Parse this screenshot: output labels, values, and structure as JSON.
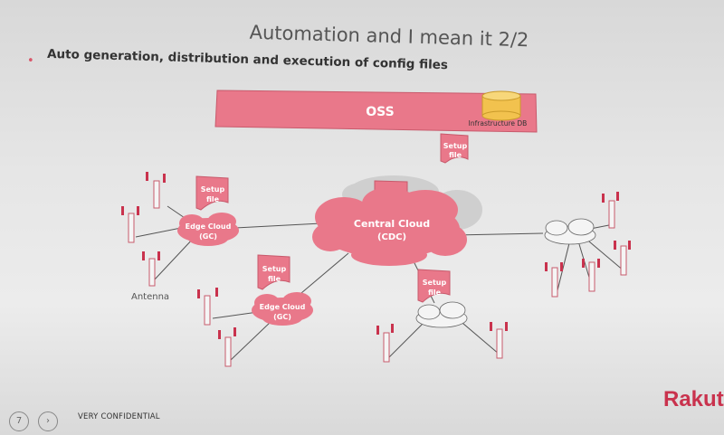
{
  "slide": {
    "title": "Automation and I mean it 2/2",
    "subtitle": "Auto generation, distribution and execution of config files",
    "accent_color": "#e9788a",
    "brand_color": "#c9324d"
  },
  "diagram": {
    "oss_label": "OSS",
    "infra_db_label": "Infrastructure DB",
    "central_cloud_line1": "Central Cloud",
    "central_cloud_line2": "(CDC)",
    "edge_cloud_line1": "Edge Cloud",
    "edge_cloud_line2": "(GC)",
    "setup_line1": "Setup",
    "setup_line2": "file",
    "antenna_label": "Antenna"
  },
  "footer": {
    "page_number": "7",
    "next_icon": "chevron-right-icon",
    "confidential": "VERY CONFIDENTIAL",
    "brand": "Rakute"
  }
}
